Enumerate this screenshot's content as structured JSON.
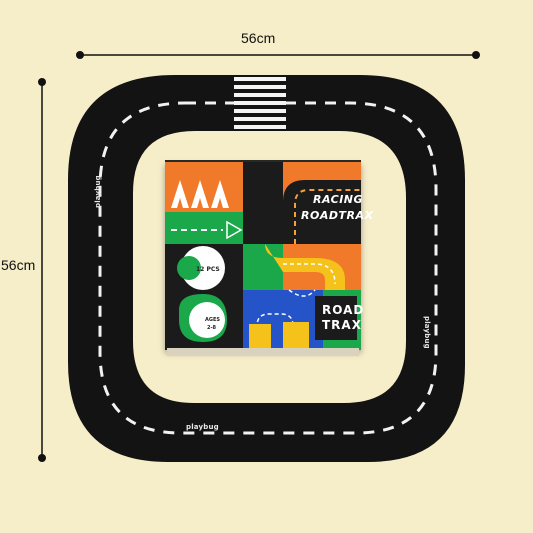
{
  "dimensions": {
    "width_label": "56cm",
    "height_label": "56cm"
  },
  "track": {
    "brand_marks": [
      "playbug",
      "playbug",
      "playbug"
    ]
  },
  "box": {
    "title_line1": "RACING",
    "title_line2": "ROADTRAX",
    "pieces": "12 PCS",
    "ages_label": "AGES",
    "ages_range": "2-8",
    "logo_line1": "ROAD",
    "logo_line2": "TRAX"
  },
  "colors": {
    "background": "#f6edc9",
    "track": "#111111",
    "orange": "#f07a2a",
    "green": "#1aa84a",
    "blue": "#2454c8",
    "yellow": "#f5c21b"
  }
}
